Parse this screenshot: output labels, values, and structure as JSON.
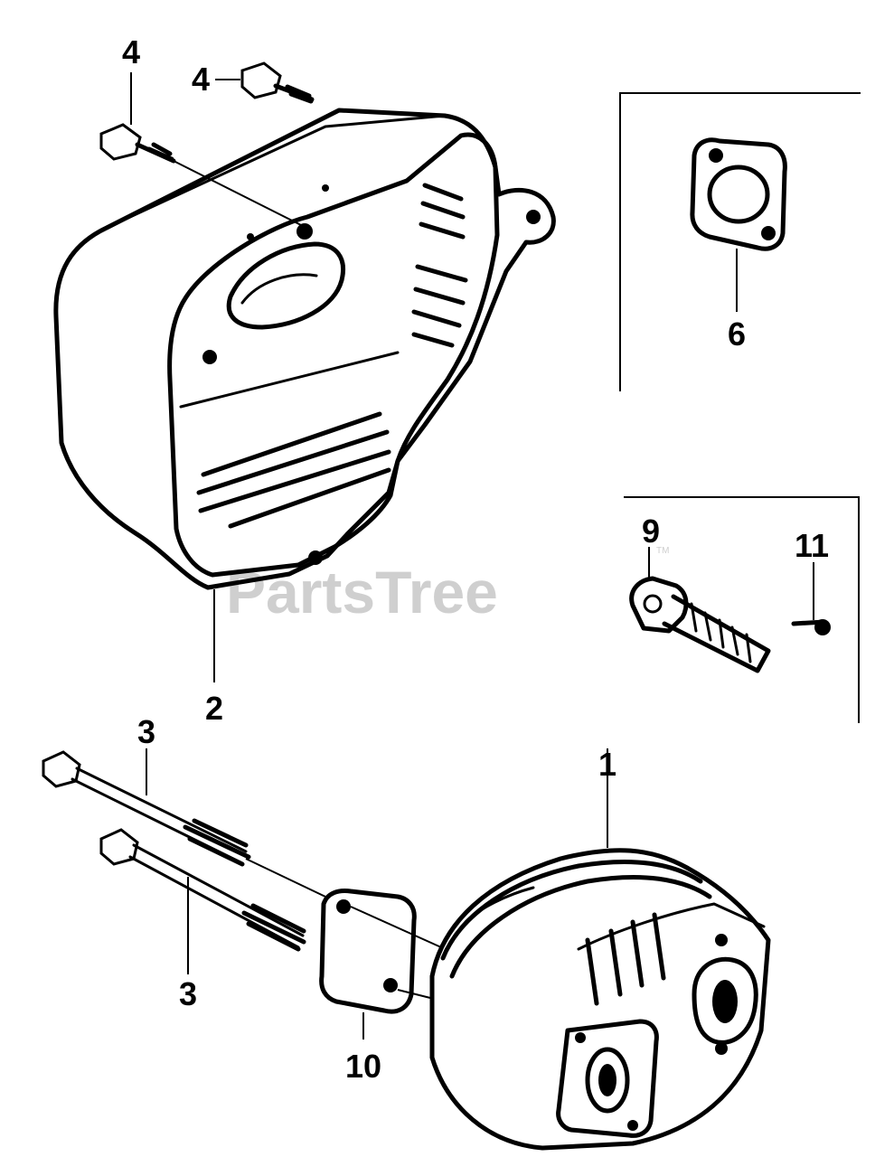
{
  "watermark": {
    "brand": "PartsTree",
    "trademark": "TM"
  },
  "callouts": {
    "part_1": "1",
    "part_2": "2",
    "part_3_upper": "3",
    "part_3_lower": "3",
    "part_4_left": "4",
    "part_4_top": "4",
    "part_6": "6",
    "part_9": "9",
    "part_10": "10",
    "part_11": "11"
  }
}
